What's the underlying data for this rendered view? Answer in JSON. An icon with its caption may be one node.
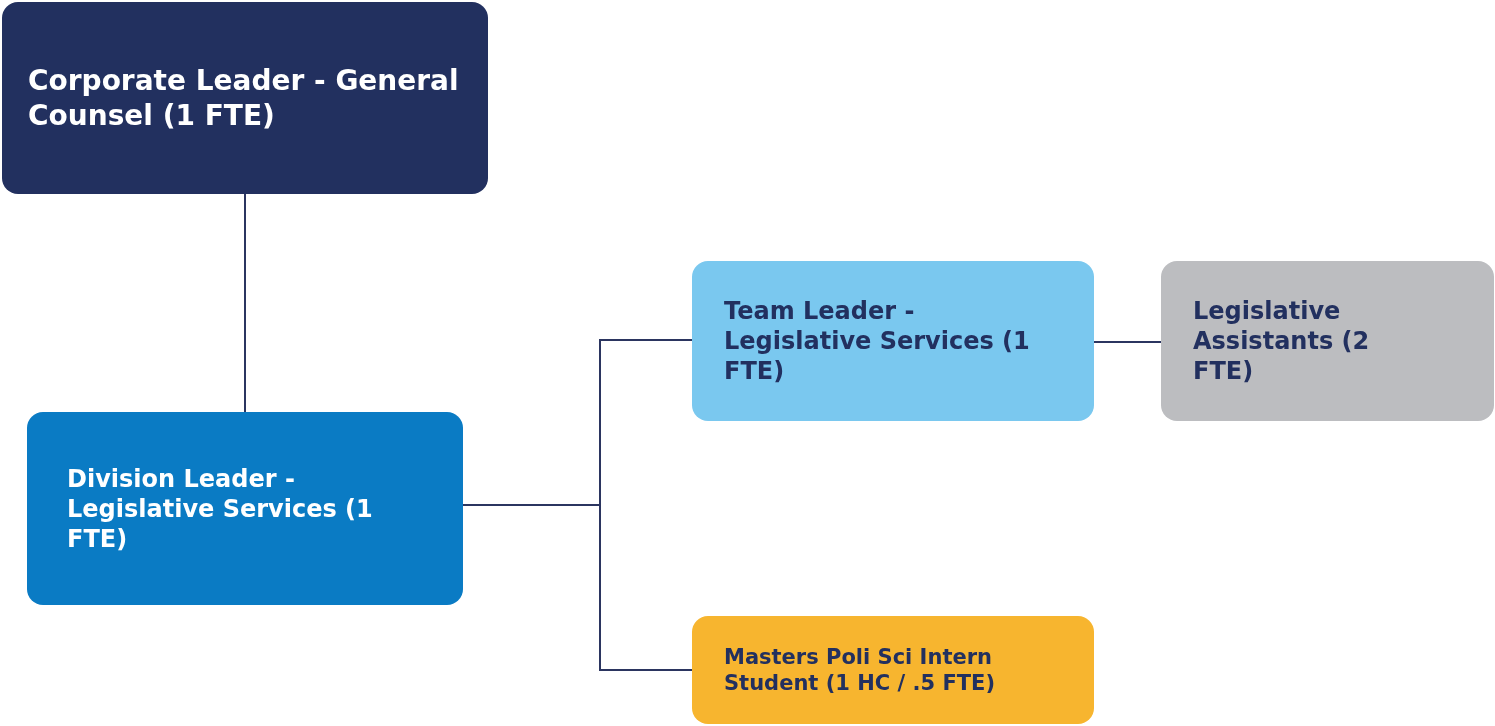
{
  "diagram": {
    "nodes": [
      {
        "text": [
          "Corporate Leader - General Counsel (1 FTE)"
        ]
      },
      {
        "text": [
          "Division Leader - Legislative Services (1 FTE)"
        ]
      },
      {
        "text": [
          "Team Leader - Legislative Services (1 FTE)"
        ]
      },
      {
        "text": [
          "Legislative Assistants (2 FTE)"
        ]
      },
      {
        "text": [
          "Masters Poli Sci Intern Student (1 HC / .5 FTE)"
        ]
      }
    ],
    "edges": [
      {
        "from": 0,
        "to": 1,
        "arrow": "none"
      },
      {
        "from": 1,
        "to": 2,
        "arrow": "none"
      },
      {
        "from": 1,
        "to": 4,
        "arrow": "none"
      },
      {
        "from": 2,
        "to": 3,
        "arrow": "none"
      }
    ]
  }
}
